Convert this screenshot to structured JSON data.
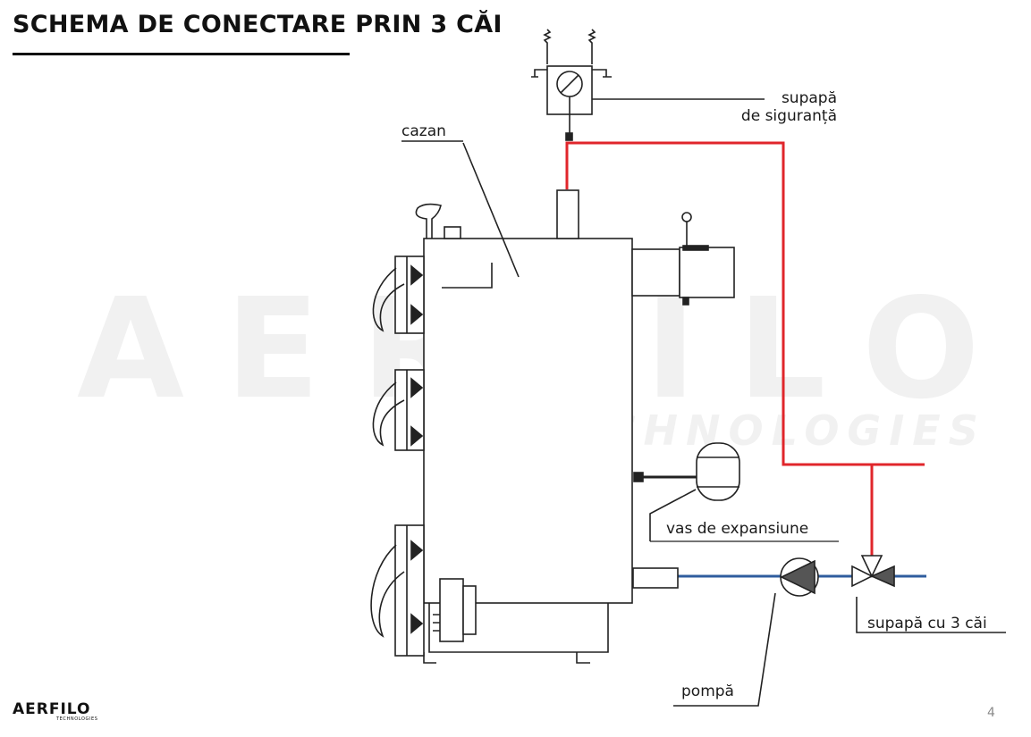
{
  "title": "SCHEMA DE CONECTARE PRIN 3 CĂI",
  "labels": {
    "safety_valve_line1": "supapă",
    "safety_valve_line2": "de siguranță",
    "boiler": "cazan",
    "expansion_vessel": "vas de expansiune",
    "three_way_valve": "supapă cu 3 căi",
    "pump": "pompă"
  },
  "watermark": {
    "main": "AERFILO",
    "sub": "TECHNOLOGIES"
  },
  "logo": {
    "main": "AERFILO",
    "sub": "TECHNOLOGIES"
  },
  "page_number": "4",
  "colors": {
    "hot_pipe": "#e0262b",
    "return_pipe": "#2f5d9e",
    "outline": "#222222"
  }
}
